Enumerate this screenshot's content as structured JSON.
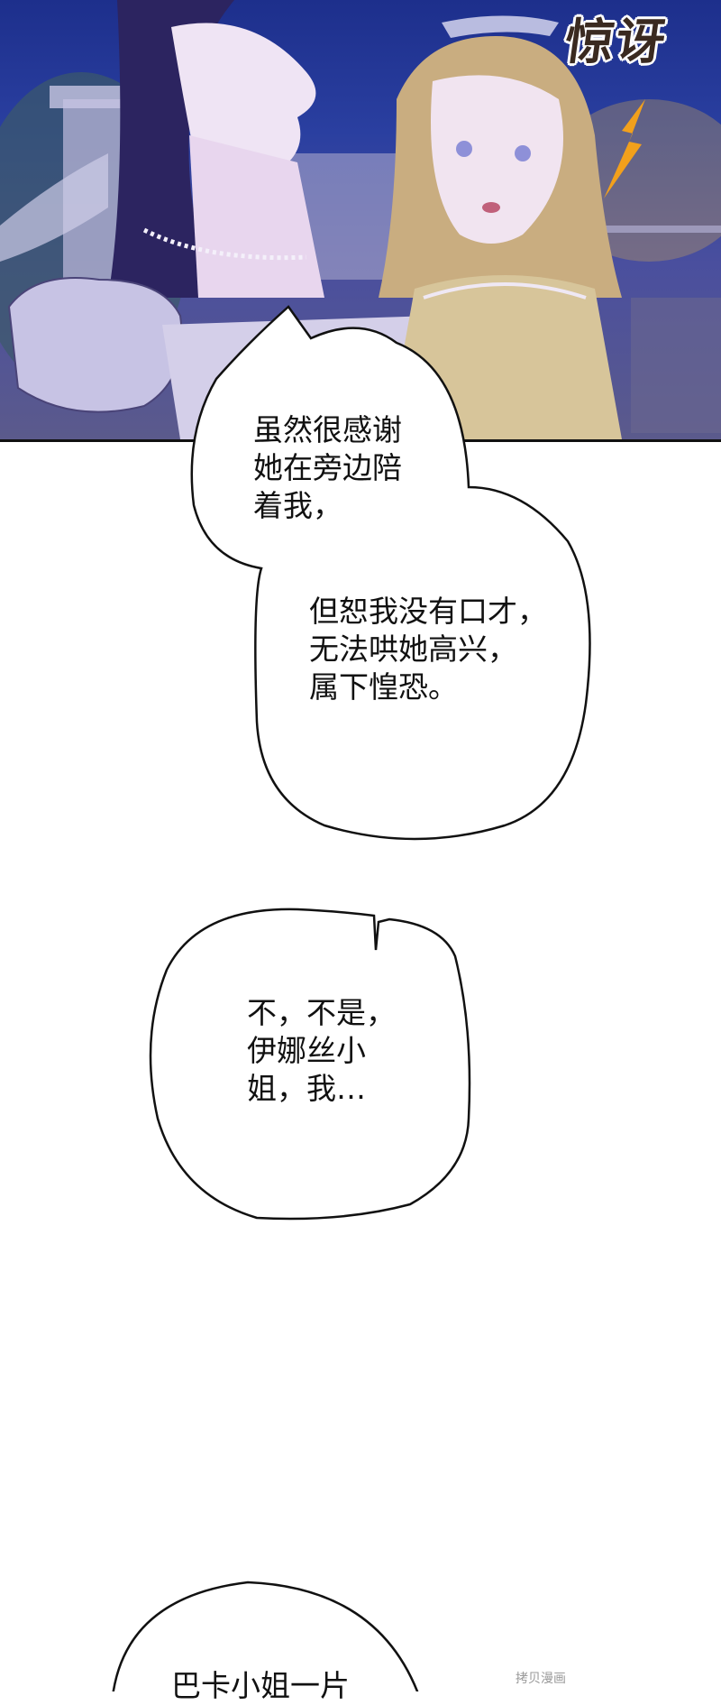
{
  "panel": {
    "sound_effect": "惊讶",
    "scene": "night garden with two women in ball gowns",
    "colors": {
      "sky": "#1d2f8c",
      "lightning": "#f2a01c",
      "dark_hair": "#2c2460",
      "blond_hair": "#c9ad80"
    }
  },
  "bubbles": [
    {
      "id": "bubble-1a",
      "lines": [
        "虽然很感谢",
        "她在旁边陪",
        "着我，"
      ]
    },
    {
      "id": "bubble-1b",
      "lines": [
        "但恕我没有口才，",
        "无法哄她高兴，",
        "属下惶恐。"
      ]
    },
    {
      "id": "bubble-2",
      "lines": [
        "不，不是，",
        "伊娜丝小",
        "姐，我…"
      ]
    },
    {
      "id": "bubble-3",
      "lines": [
        "巴卡小姐一片"
      ]
    }
  ],
  "watermark": "拷贝漫画"
}
